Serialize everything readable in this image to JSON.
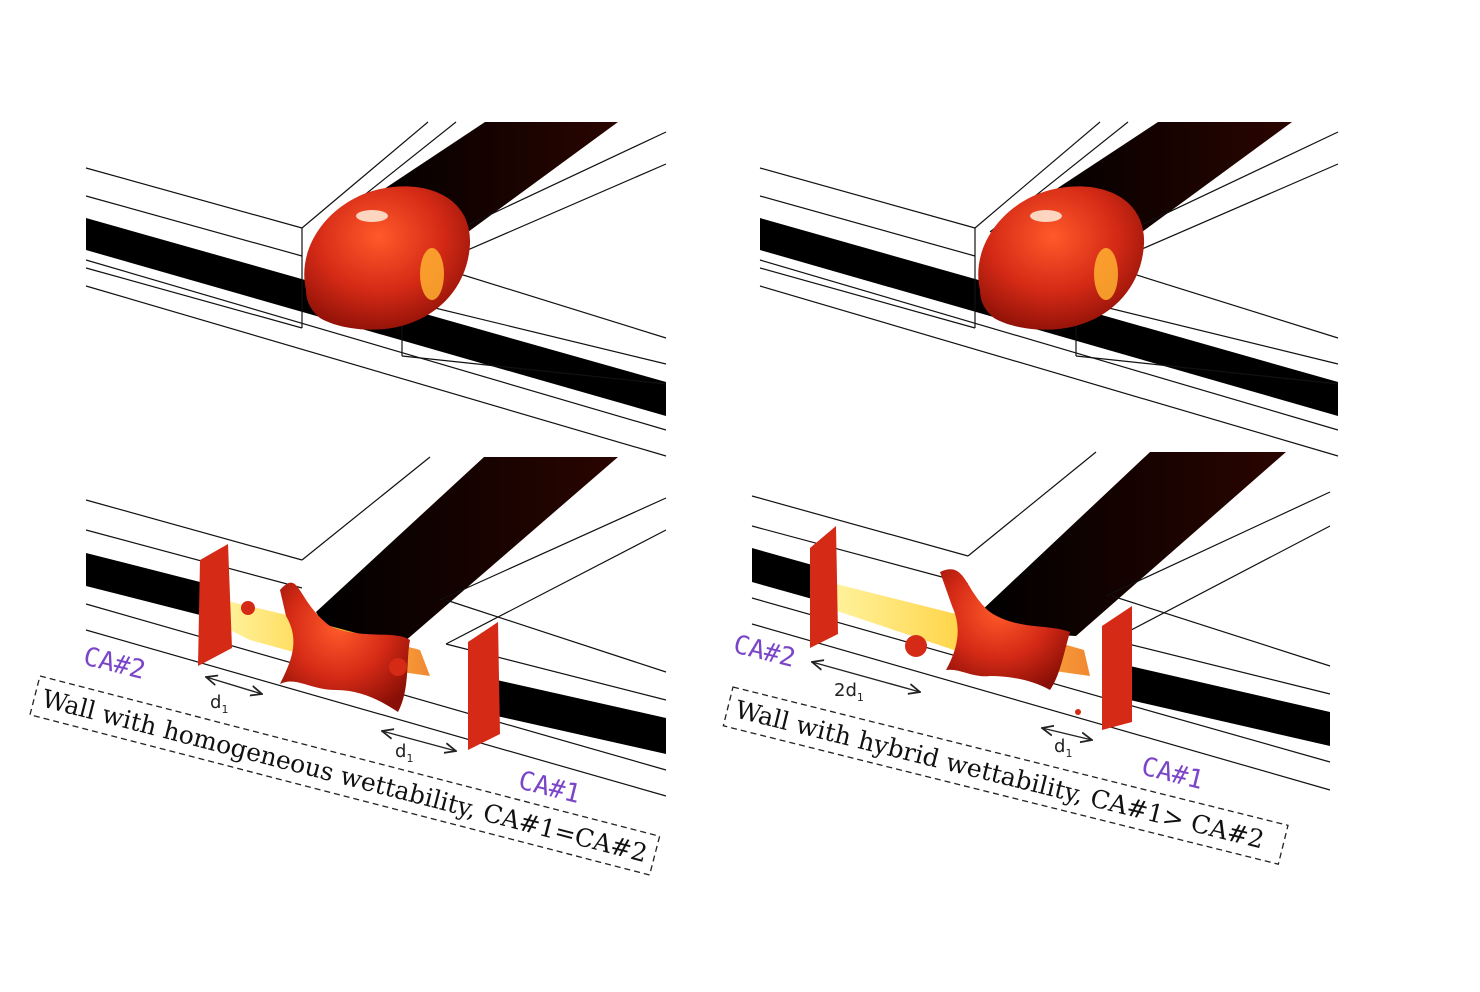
{
  "colors": {
    "channel": "#000000",
    "droplet": "#d42a16",
    "droplet_highlight": "#ff6a30",
    "interface": "#ffd23a",
    "ca_label": "#7b45c8"
  },
  "panels": {
    "left_bottom": {
      "label_left": "CA#2",
      "label_right": "CA#1",
      "spacing_left": {
        "main": "d",
        "sub": "1"
      },
      "spacing_right": {
        "main": "d",
        "sub": "1"
      },
      "caption": "Wall with homogeneous  wettability, CA#1=CA#2"
    },
    "right_bottom": {
      "label_left": "CA#2",
      "label_right": "CA#1",
      "spacing_left": {
        "main": "2d",
        "sub": "1"
      },
      "spacing_right": {
        "main": "d",
        "sub": "1"
      },
      "caption": "Wall with hybrid wettability, CA#1> CA#2"
    }
  }
}
